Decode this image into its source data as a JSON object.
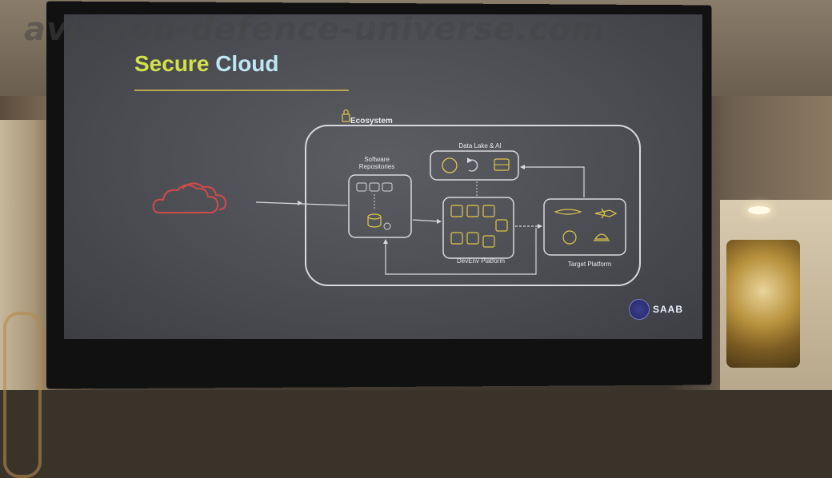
{
  "watermark": "aviation-defence-universe.com",
  "slide": {
    "title_part1": "Secure",
    "title_part2": "Cloud",
    "colors": {
      "title_part1": "#d3e04a",
      "title_part2": "#bfe6f4",
      "cloud_outline": "#d24a4a",
      "diagram_lines": "#d9d9db"
    }
  },
  "diagram": {
    "ecosystem_label": "Ecosystem",
    "software_repositories_label": "Software Repositories",
    "data_lake_label": "Data Lake & AI",
    "devenv_label": "DevEnv Platform",
    "target_platform_label": "Target Platform",
    "icons": [
      "lock-icon",
      "cloud-icon",
      "database-icon",
      "gear-icon",
      "refresh-icon",
      "server-icon",
      "submarine-icon",
      "jet-icon",
      "radar-icon",
      "ship-icon"
    ]
  },
  "logo": {
    "text": "SAAB"
  }
}
